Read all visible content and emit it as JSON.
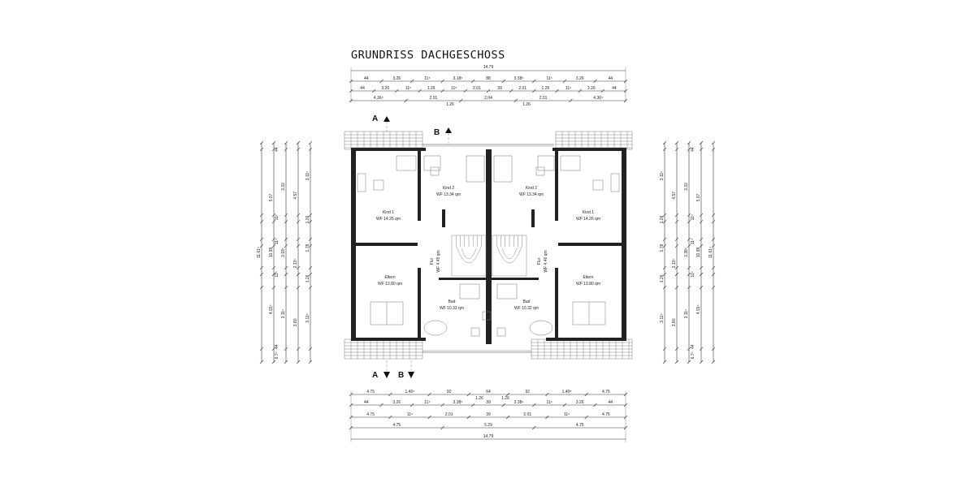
{
  "title": "GRUNDRISS DACHGESCHOSS",
  "top_dims": {
    "overall": "14.79",
    "row1": [
      "44",
      "3.26",
      "11⁵",
      "3.18⁵",
      "88",
      "3.38⁵",
      "11⁵",
      "3.26",
      "44"
    ],
    "row2": [
      "44",
      "3.26",
      "11⁵",
      "1.26",
      "11⁵",
      "2.01",
      "39",
      "2.01",
      "1.26",
      "11⁵",
      "3.26",
      "44"
    ],
    "row3": [
      "4.36⁵",
      "2.01",
      "2.04",
      "2.01",
      "4.36⁵"
    ],
    "row3b": [
      "1.26",
      "1.26"
    ]
  },
  "bottom_dims": {
    "row1": [
      "4.75",
      "1.40⁵",
      "92",
      "64",
      "92",
      "1.40⁵",
      "4.75"
    ],
    "row1b": [
      "1.26",
      "1.26"
    ],
    "row2": [
      "44",
      "3.26",
      "11⁵",
      "3.38⁵",
      "39",
      "3.38⁵",
      "11⁵",
      "3.26",
      "44"
    ],
    "row3": [
      "4.75",
      "11⁵",
      "2.01",
      "39",
      "2.01",
      "11⁵",
      "4.75"
    ],
    "row4": [
      "4.75",
      "5.29",
      "4.75"
    ],
    "overall": "14.79"
  },
  "left_dims": {
    "overall": "11.61⁵",
    "c2": [
      "5.07",
      "10.99",
      "4.91⁵"
    ],
    "c3": [
      "3.32",
      "3.18⁵",
      "3.11⁵"
    ],
    "c4": [
      "4.57",
      "2.13⁵",
      "3.80"
    ],
    "c5": [
      "3.11⁵",
      "1.26",
      "1.78",
      "1.26",
      "3.11⁵"
    ],
    "smalls": [
      "44",
      "11⁵",
      "11⁵",
      "11⁵",
      "44",
      "6.7⁵"
    ]
  },
  "right_dims": {
    "overall": "11.61⁵",
    "c2": [
      "5.07",
      "10.99",
      "4.91⁵"
    ],
    "c3": [
      "3.32",
      "3.38⁵",
      "3.11⁵"
    ],
    "c4": [
      "4.57",
      "2.13⁵",
      "3.80"
    ],
    "c5": [
      "3.11⁵",
      "1.26",
      "1.78",
      "1.26",
      "3.11⁵"
    ],
    "smalls": [
      "44",
      "11⁵",
      "11⁵",
      "11⁵",
      "44",
      "6.7⁵"
    ]
  },
  "rooms": {
    "kind1_left": {
      "name": "Kind 1",
      "area": "WF 14.26 qm"
    },
    "kind2_left": {
      "name": "Kind 2",
      "area": "WF 13.34 qm"
    },
    "kind2_right": {
      "name": "Kind 2",
      "area": "WF 13.34 qm"
    },
    "kind1_right": {
      "name": "Kind 1",
      "area": "WF 14.26 qm"
    },
    "flur_left": {
      "name": "Flur",
      "area": "WF 4.45 qm"
    },
    "flur_right": {
      "name": "Flur",
      "area": "WF 4.46 qm"
    },
    "eltern_left": {
      "name": "Eltern",
      "area": "WF 13.80 qm"
    },
    "eltern_right": {
      "name": "Eltern",
      "area": "WF 13.80 qm"
    },
    "bad_left": {
      "name": "Bad",
      "area": "WF 10.32 qm"
    },
    "bad_right": {
      "name": "Bad",
      "area": "WF 10.32 qm"
    }
  },
  "section_marks": {
    "a": "A",
    "b": "B"
  }
}
